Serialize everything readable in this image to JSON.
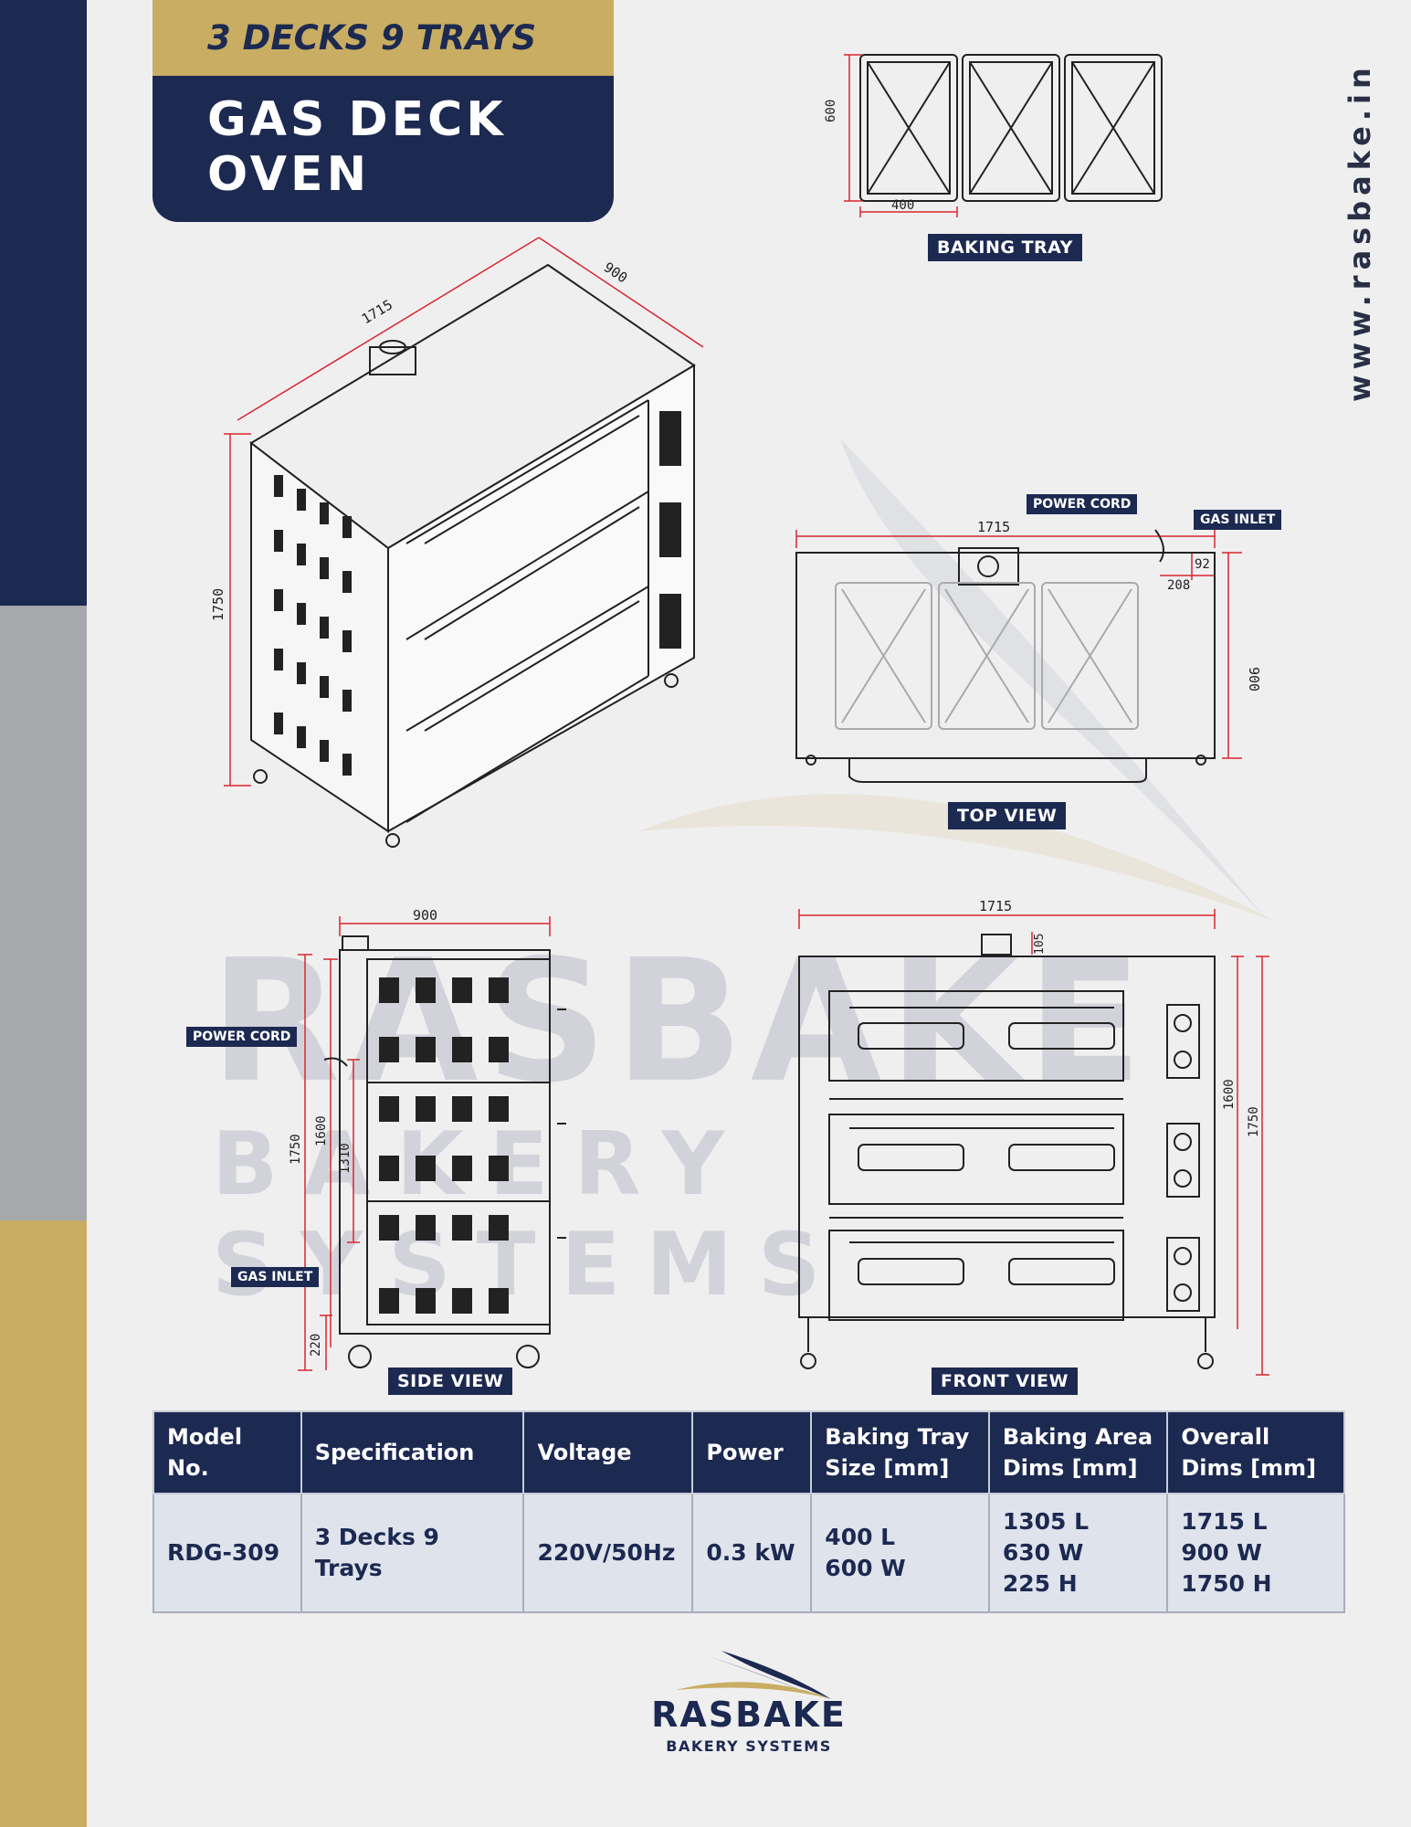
{
  "header": {
    "subtitle": "3 DECKS 9 TRAYS",
    "title_line1": "GAS DECK",
    "title_line2": "OVEN"
  },
  "website": "www.rasbake.in",
  "views": {
    "baking_tray": "BAKING TRAY",
    "top_view": "TOP VIEW",
    "side_view": "SIDE VIEW",
    "front_view": "FRONT VIEW"
  },
  "tags": {
    "power_cord": "POWER CORD",
    "gas_inlet": "GAS INLET"
  },
  "dimensions": {
    "tray_600": "600",
    "tray_400": "400",
    "iso_1715": "1715",
    "iso_900": "900",
    "iso_1750": "1750",
    "top_1715": "1715",
    "top_92": "92",
    "top_208": "208",
    "top_900": "900",
    "side_900": "900",
    "side_1750": "1750",
    "side_1600": "1600",
    "side_1310": "1310",
    "side_220": "220",
    "front_1715": "1715",
    "front_105": "105",
    "front_1600": "1600",
    "front_1750": "1750"
  },
  "watermark": {
    "line1": "RASBAKE",
    "line2": "BAKERY SYSTEMS"
  },
  "table": {
    "headers": [
      "Model No.",
      "Specification",
      "Voltage",
      "Power",
      "Baking Tray\nSize [mm]",
      "Baking Area\nDims [mm]",
      "Overall\nDims [mm]"
    ],
    "row": [
      "RDG-309",
      "3 Decks 9 Trays",
      "220V/50Hz",
      "0.3 kW",
      "400 L\n600 W",
      "1305 L\n630 W\n225 H",
      "1715 L\n900 W\n1750 H"
    ]
  },
  "logo": {
    "name": "RASBAKE",
    "tagline": "BAKERY SYSTEMS"
  },
  "colors": {
    "navy": "#1c2951",
    "gold": "#c8ad63",
    "gray": "#a7a8ab",
    "dimension_red": "#d9262e"
  }
}
